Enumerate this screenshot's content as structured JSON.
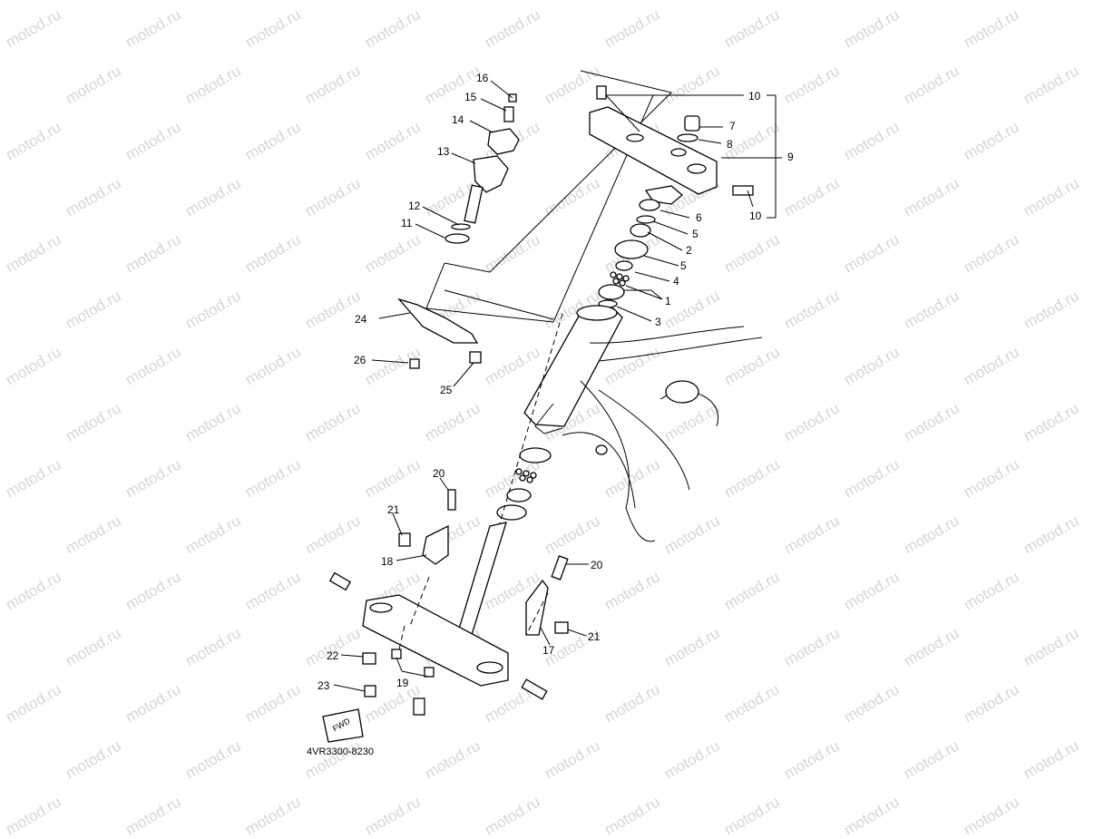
{
  "watermark": "motod.ru",
  "diagram_code": "4VR3300-8230",
  "fwd_label": "FWD",
  "callouts": [
    {
      "id": "c16",
      "text": "16"
    },
    {
      "id": "c15",
      "text": "15"
    },
    {
      "id": "c14",
      "text": "14"
    },
    {
      "id": "c13",
      "text": "13"
    },
    {
      "id": "c12",
      "text": "12"
    },
    {
      "id": "c11",
      "text": "11"
    },
    {
      "id": "c10a",
      "text": "10"
    },
    {
      "id": "c7",
      "text": "7"
    },
    {
      "id": "c8",
      "text": "8"
    },
    {
      "id": "c9",
      "text": "9"
    },
    {
      "id": "c10b",
      "text": "10"
    },
    {
      "id": "c6",
      "text": "6"
    },
    {
      "id": "c5a",
      "text": "5"
    },
    {
      "id": "c2",
      "text": "2"
    },
    {
      "id": "c5b",
      "text": "5"
    },
    {
      "id": "c4",
      "text": "4"
    },
    {
      "id": "c1",
      "text": "1"
    },
    {
      "id": "c3",
      "text": "3"
    },
    {
      "id": "c24",
      "text": "24"
    },
    {
      "id": "c26",
      "text": "26"
    },
    {
      "id": "c25",
      "text": "25"
    },
    {
      "id": "c20a",
      "text": "20"
    },
    {
      "id": "c21a",
      "text": "21"
    },
    {
      "id": "c18",
      "text": "18"
    },
    {
      "id": "c20b",
      "text": "20"
    },
    {
      "id": "c17",
      "text": "17"
    },
    {
      "id": "c21b",
      "text": "21"
    },
    {
      "id": "c22",
      "text": "22"
    },
    {
      "id": "c19",
      "text": "19"
    },
    {
      "id": "c23",
      "text": "23"
    }
  ]
}
